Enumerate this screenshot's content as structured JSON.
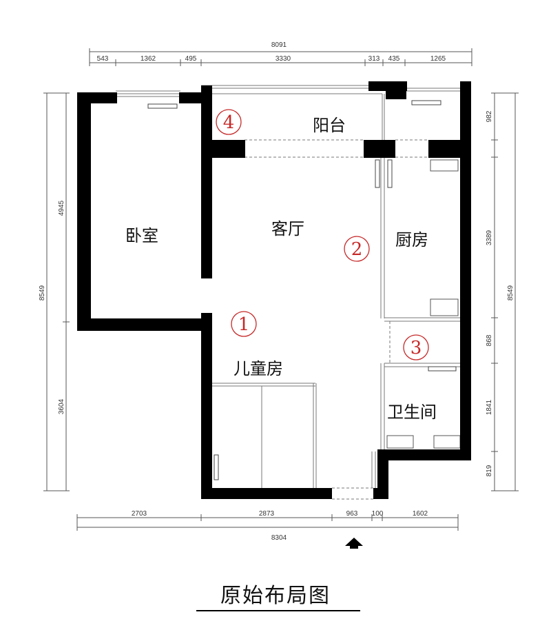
{
  "title": "原始布局图",
  "rooms": {
    "bedroom": "卧室",
    "living": "客厅",
    "kitchen": "厨房",
    "balcony": "阳台",
    "kids": "儿童房",
    "bathroom": "卫生间"
  },
  "markers": {
    "m1": "1",
    "m2": "2",
    "m3": "3",
    "m4": "4"
  },
  "dimensions": {
    "top_total": "8091",
    "top": [
      "543",
      "1362",
      "495",
      "3330",
      "313",
      "435",
      "1265"
    ],
    "bottom": [
      "2703",
      "2873",
      "963",
      "100",
      "1602"
    ],
    "bottom_total": "8304",
    "left_total": "8549",
    "left": [
      "4945",
      "3604"
    ],
    "right_total": "8549",
    "right": [
      "982",
      "3389",
      "868",
      "1841",
      "819"
    ]
  },
  "colors": {
    "wall": "#000000",
    "marker": "#c62828",
    "line": "#555555"
  },
  "icons": {
    "entrance": "entrance-arrow-icon"
  }
}
